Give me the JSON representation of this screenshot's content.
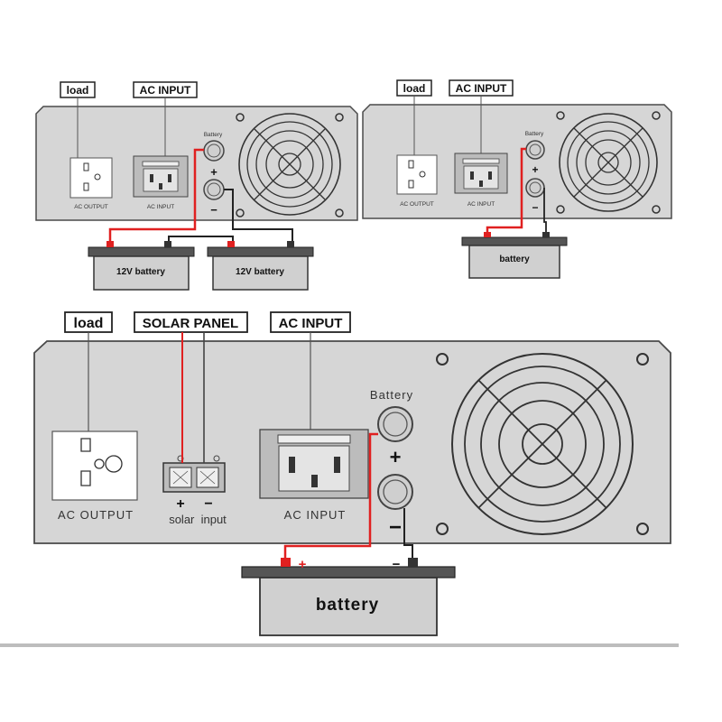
{
  "colors": {
    "panel": "#d6d6d6",
    "panel_edge": "#4a4a4a",
    "wire_red": "#e02020",
    "wire_black": "#222222",
    "battery_fill": "#d0d0d0",
    "divider": "#bdbdbd"
  },
  "top_left": {
    "tag_load": "load",
    "tag_ac_input": "AC INPUT",
    "ac_output": "AC OUTPUT",
    "ac_input": "AC INPUT",
    "battery_label": "Battery",
    "plus": "+",
    "minus": "−",
    "battery1": "12V battery",
    "battery2": "12V battery"
  },
  "top_right": {
    "tag_load": "load",
    "tag_ac_input": "AC INPUT",
    "ac_output": "AC OUTPUT",
    "ac_input": "AC INPUT",
    "battery_label": "Battery",
    "plus": "+",
    "minus": "−",
    "battery": "battery"
  },
  "bottom": {
    "tag_load": "load",
    "tag_solar": "SOLAR PANEL",
    "tag_ac_input": "AC INPUT",
    "ac_output": "AC OUTPUT",
    "solar_plus": "+",
    "solar_minus": "−",
    "solar_input": "solar  input",
    "ac_input": "AC INPUT",
    "battery_label": "Battery",
    "plus": "+",
    "minus": "−",
    "battery": "battery",
    "batt_plus": "+",
    "batt_minus": "−"
  }
}
